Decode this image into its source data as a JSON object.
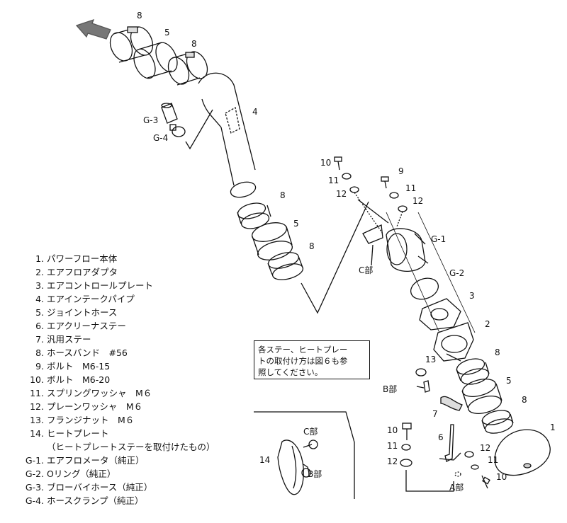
{
  "parts": [
    {
      "num": "1.",
      "name": "パワーフロー本体"
    },
    {
      "num": "2.",
      "name": "エアフロアダプタ"
    },
    {
      "num": "3.",
      "name": "エアコントロールプレート"
    },
    {
      "num": "4.",
      "name": "エアインテークパイプ"
    },
    {
      "num": "5.",
      "name": "ジョイントホース"
    },
    {
      "num": "6.",
      "name": "エアクリーナステー"
    },
    {
      "num": "7.",
      "name": "汎用ステー"
    },
    {
      "num": "8.",
      "name": "ホースバンド　#56"
    },
    {
      "num": "9.",
      "name": "ボルト　M6-15"
    },
    {
      "num": "10.",
      "name": "ボルト　M6-20"
    },
    {
      "num": "11.",
      "name": "スプリングワッシャ　M６"
    },
    {
      "num": "12.",
      "name": "プレーンワッシャ　M６"
    },
    {
      "num": "13.",
      "name": "フランジナット　M６"
    },
    {
      "num": "14.",
      "name": "ヒートプレート"
    },
    {
      "num": "",
      "name": "（ヒートプレートステーを取付けたもの）"
    },
    {
      "num": "G-1.",
      "name": "エアフロメータ（純正）"
    },
    {
      "num": "G-2.",
      "name": "Oリング（純正）"
    },
    {
      "num": "G-3.",
      "name": "ブローバイホース（純正）"
    },
    {
      "num": "G-4.",
      "name": "ホースクランプ（純正）"
    }
  ],
  "note": {
    "line1": "各ステー、ヒートプレー",
    "line2": "トの取付け方は図６も参",
    "line3": "照してください。"
  },
  "callouts": {
    "c8a": "8",
    "c5a": "5",
    "c8b": "8",
    "c4": "4",
    "cG3": "G-3",
    "cG4": "G-4",
    "c8c": "8",
    "c5b": "5",
    "c8d": "8",
    "c10a": "10",
    "c11a": "11",
    "c12a": "12",
    "c9": "9",
    "c11b": "11",
    "c12b": "12",
    "cG1": "G-1",
    "cG2": "G-2",
    "c3": "3",
    "c2": "2",
    "c13": "13",
    "c8e": "8",
    "c5c": "5",
    "c8f": "8",
    "c1": "1",
    "c7": "7",
    "c6": "6",
    "c12c": "12",
    "c11c": "11",
    "c10b": "10",
    "c10c": "10",
    "c11d": "11",
    "c12d": "12",
    "cC": "C部",
    "cB": "B部",
    "cA": "A部",
    "c14": "14",
    "cCi": "C部",
    "cBi": "B部"
  }
}
